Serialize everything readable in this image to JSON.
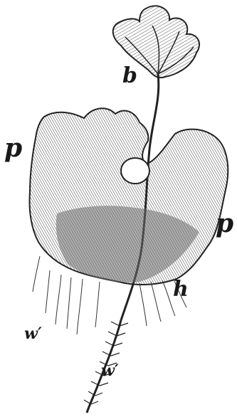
{
  "labels": {
    "b": "b",
    "p_left": "p",
    "p_right": "p",
    "h": "h",
    "w_left": "w′",
    "w_right": "w′"
  }
}
